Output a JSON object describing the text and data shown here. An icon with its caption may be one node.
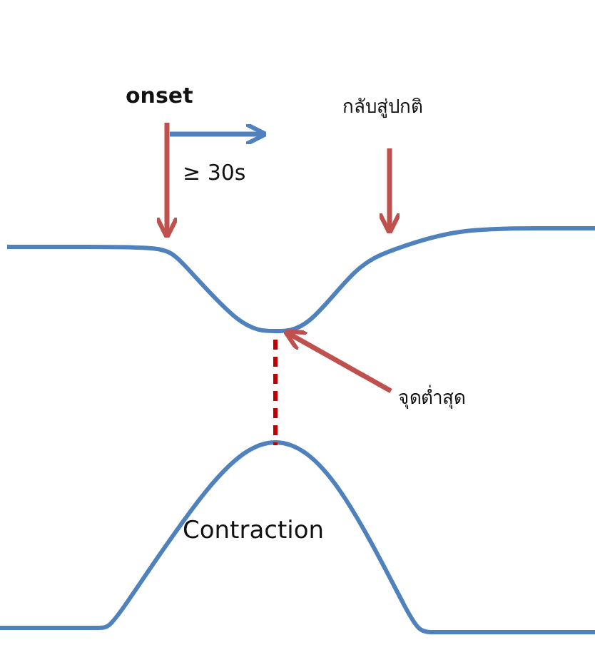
{
  "diagram": {
    "nodes": [
      {
        "text": [
          "onset"
        ]
      },
      {
        "text": [
          "กลับสู่ปกติ"
        ]
      },
      {
        "text": [
          "จุดต่ำสุด"
        ]
      }
    ],
    "edges": [
      {
        "from": 0,
        "to": null,
        "arrow": "to"
      },
      {
        "from": 1,
        "to": null,
        "arrow": "to"
      },
      {
        "from": 2,
        "to": null,
        "arrow": "to"
      }
    ],
    "labels": [
      "≥ 30s",
      "Contraction"
    ]
  }
}
